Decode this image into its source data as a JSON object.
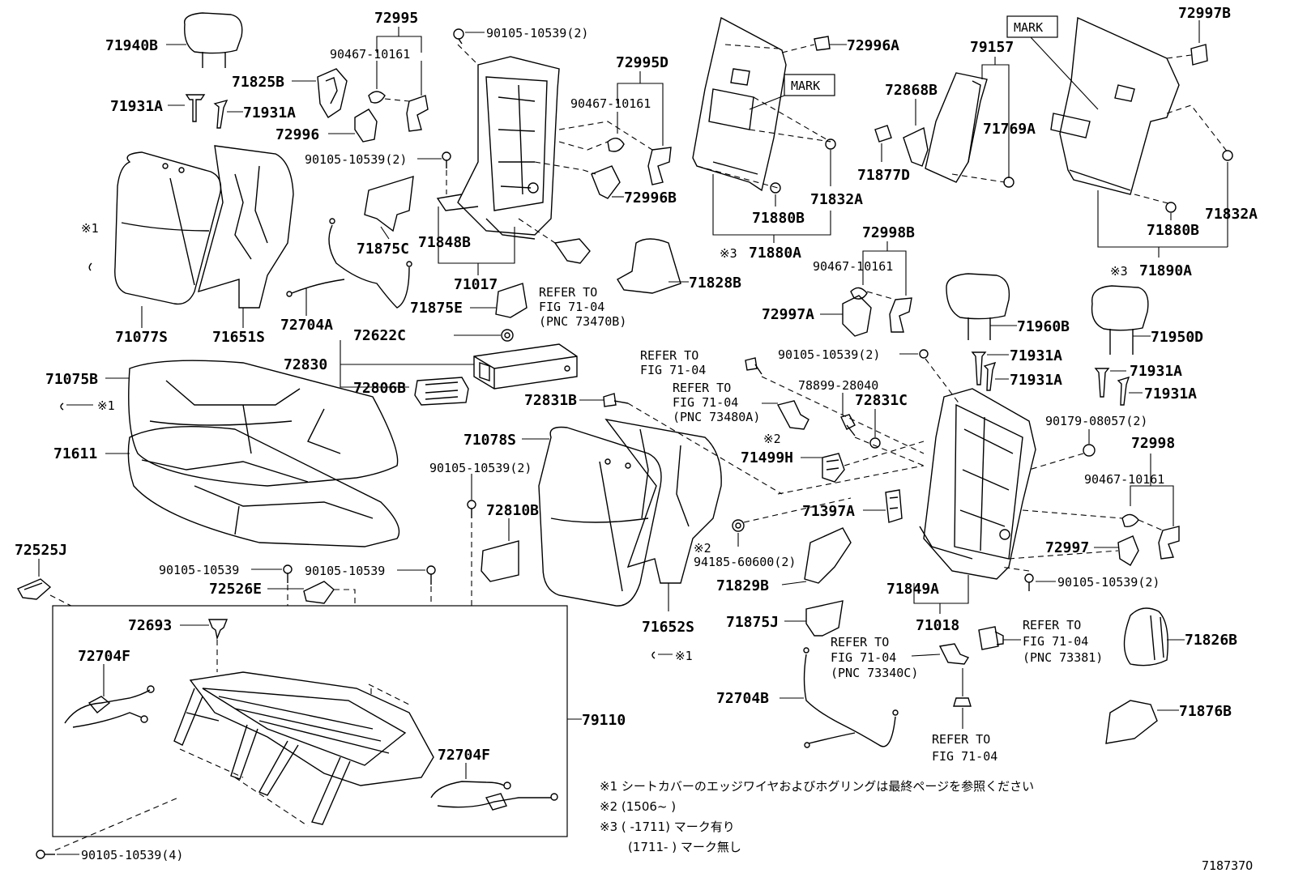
{
  "labels": {
    "p71940B": "71940B",
    "p72995": "72995",
    "p90105a": "90105-10539(2)",
    "p90467a": "90467-10161",
    "p71825B": "71825B",
    "p71931A_1": "71931A",
    "p71931A_2": "71931A",
    "p72996": "72996",
    "p90105b": "90105-10539(2)",
    "p72995D": "72995D",
    "p90467b": "90467-10161",
    "p72996B": "72996B",
    "p71875C": "71875C",
    "p71848B": "71848B",
    "p71017": "71017",
    "p71828B": "71828B",
    "p72704A": "72704A",
    "p71875E": "71875E",
    "p71077S": "71077S",
    "p71651S": "71651S",
    "p72996A": "72996A",
    "p79157": "79157",
    "p72868B": "72868B",
    "p71769A": "71769A",
    "p71877D": "71877D",
    "p71832A_1": "71832A",
    "p71880B_1": "71880B",
    "p71880A": "71880A",
    "p72997B": "72997B",
    "p71832A_2": "71832A",
    "p71880B_2": "71880B",
    "p71890A": "71890A",
    "p72998B": "72998B",
    "p90467c": "90467-10161",
    "p72997A": "72997A",
    "p71960B": "71960B",
    "p90105c": "90105-10539(2)",
    "p71931A_3": "71931A",
    "p71931A_4": "71931A",
    "p71950D": "71950D",
    "p71931A_5": "71931A",
    "p71931A_6": "71931A",
    "p72622C": "72622C",
    "p72830": "72830",
    "p72806B": "72806B",
    "p72831B": "72831B",
    "p71075B": "71075B",
    "p71611": "71611",
    "p78899": "78899-28040",
    "p72831C": "72831C",
    "p71499H": "71499H",
    "p90179": "90179-08057(2)",
    "p72998": "72998",
    "p90467d": "90467-10161",
    "p71078S": "71078S",
    "p90105d": "90105-10539(2)",
    "p72810B": "72810B",
    "p71397A": "71397A",
    "p94185": "94185-60600(2)",
    "p72997": "72997",
    "p90105e": "90105-10539(2)",
    "p72525J": "72525J",
    "p90105f": "90105-10539",
    "p90105g": "90105-10539",
    "p72526E": "72526E",
    "p71829B": "71829B",
    "p71849A": "71849A",
    "p72693": "72693",
    "p71652S": "71652S",
    "p71875J": "71875J",
    "p71018": "71018",
    "p71826B": "71826B",
    "p72704F_1": "72704F",
    "p79110": "79110",
    "p72704B": "72704B",
    "p71876B": "71876B",
    "p72704F_2": "72704F",
    "p90105h": "90105-10539(4)"
  },
  "marks": {
    "ref1": "※1",
    "ref1b": "※1",
    "ref1c": "※1",
    "ref2a": "※2",
    "ref2b": "※2",
    "ref3a": "※3",
    "ref3b": "※3",
    "mark1": "MARK",
    "mark2": "MARK"
  },
  "refers": {
    "r1": [
      "REFER TO",
      "FIG 71-04",
      "(PNC 73470B)"
    ],
    "r2": [
      "REFER TO",
      "FIG 71-04"
    ],
    "r3": [
      "REFER TO",
      "FIG 71-04",
      "(PNC 73480A)"
    ],
    "r4": [
      "REFER TO",
      "FIG 71-04",
      "(PNC 73340C)"
    ],
    "r5": [
      "REFER TO",
      "FIG 71-04",
      "(PNC 73381)"
    ],
    "r6": [
      "REFER TO",
      "FIG 71-04"
    ]
  },
  "notes": {
    "n1": "※1 シートカバーのエッジワイヤおよびホグリングは最終ページを参照ください",
    "n2": "※2 (1506~       )",
    "n3": "※3 (       -1711) マーク有り",
    "n4": "(1711-       ) マーク無し"
  },
  "figure_id": "718737O"
}
